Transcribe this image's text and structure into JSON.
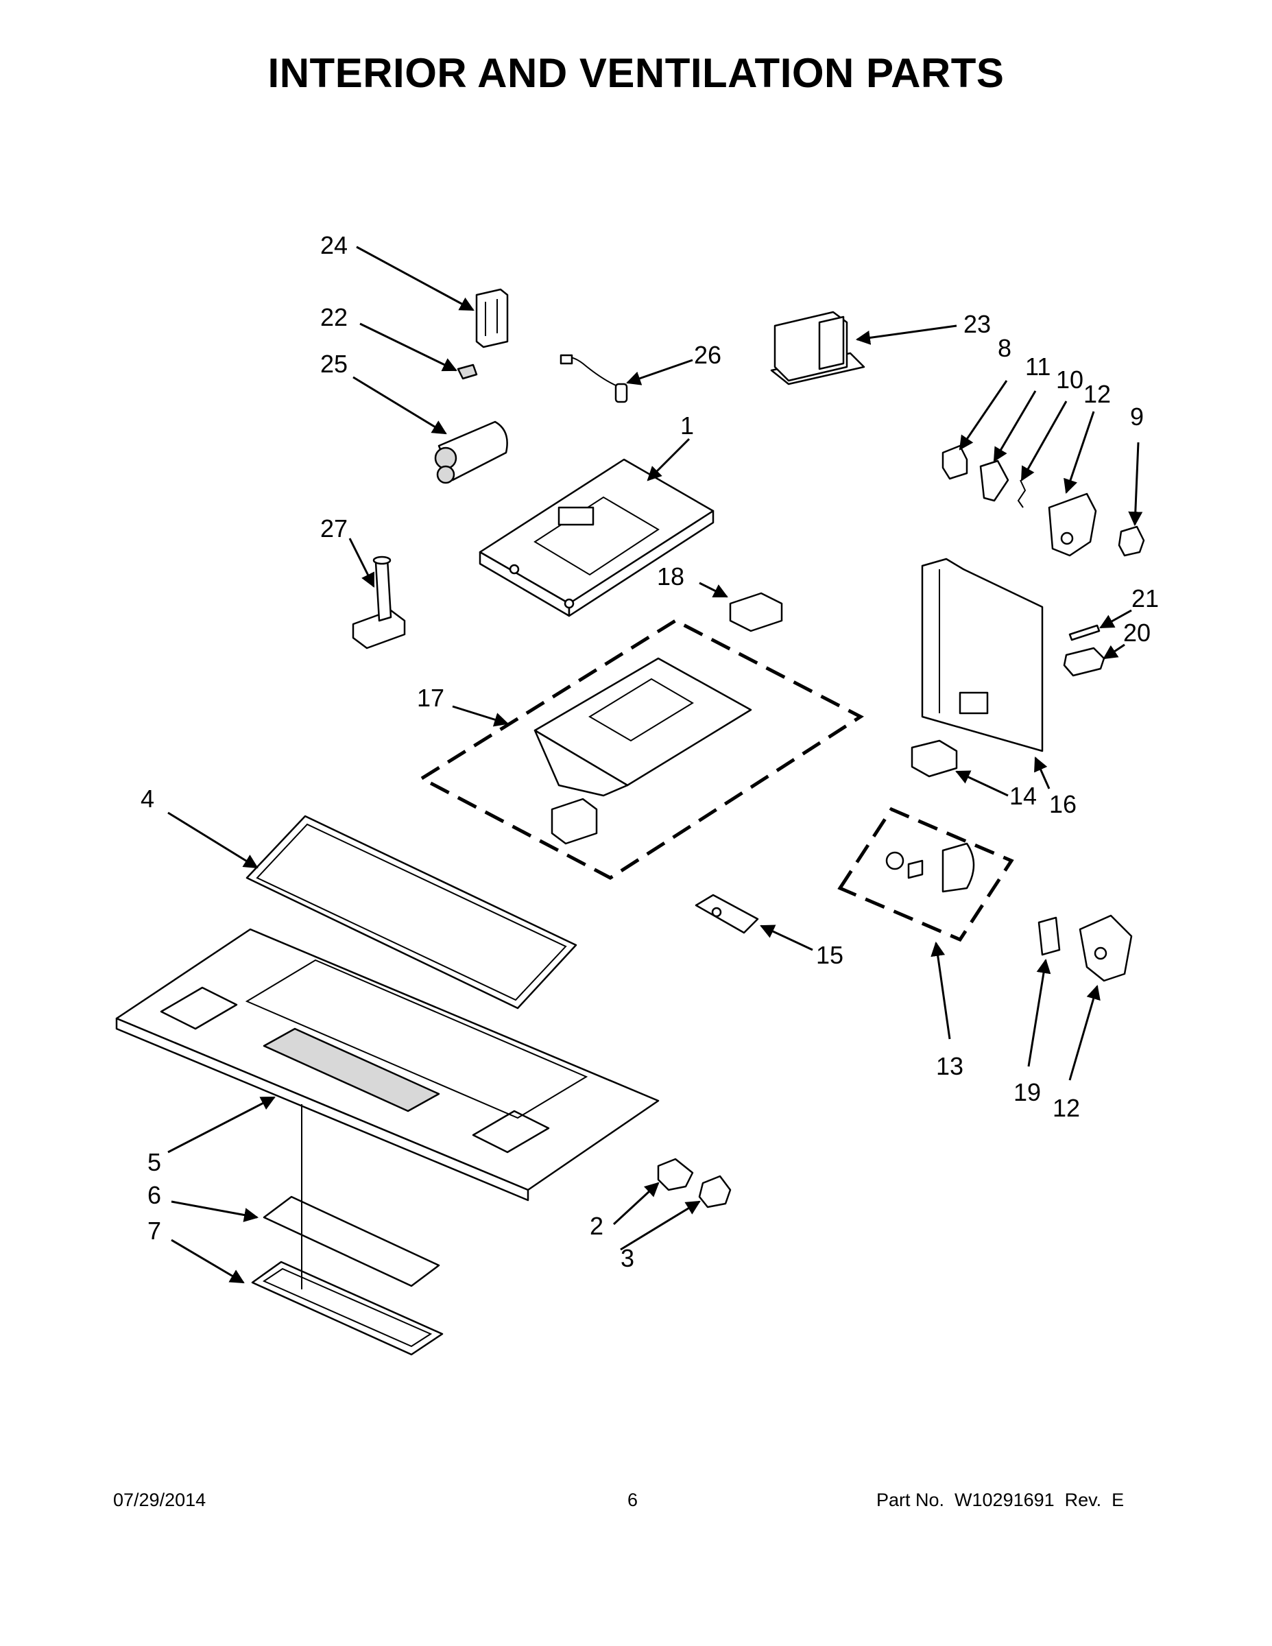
{
  "title": "INTERIOR AND VENTILATION PARTS",
  "callouts": [
    "1",
    "2",
    "3",
    "4",
    "5",
    "6",
    "7",
    "8",
    "9",
    "10",
    "11",
    "12",
    "12",
    "13",
    "14",
    "15",
    "16",
    "17",
    "18",
    "19",
    "20",
    "21",
    "22",
    "23",
    "24",
    "25",
    "26",
    "27"
  ],
  "footer": {
    "date": "07/29/2014",
    "page": "6",
    "part_no": "Part No.  W10291691  Rev.  E"
  }
}
